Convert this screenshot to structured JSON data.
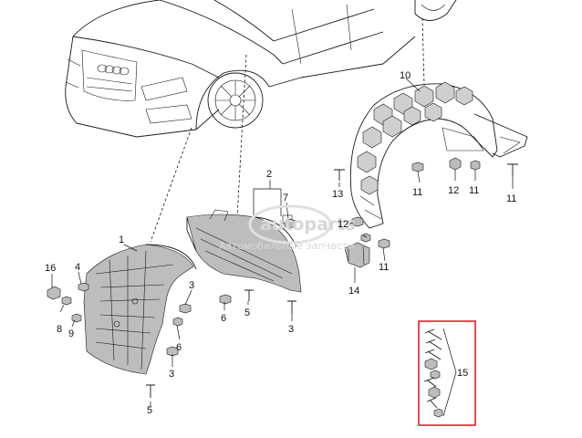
{
  "watermark": {
    "brand": "autoparts",
    "tagline": "Автомобильные запчасти"
  },
  "callouts": {
    "c1": "1",
    "c2": "2",
    "c3a": "3",
    "c3b": "3",
    "c3c": "3",
    "c4": "4",
    "c5a": "5",
    "c5b": "5",
    "c6a": "6",
    "c6b": "6",
    "c7": "7",
    "c8": "8",
    "c9": "9",
    "c10": "10",
    "c11a": "11",
    "c11b": "11",
    "c11c": "11",
    "c11d": "11",
    "c12a": "12",
    "c12b": "12",
    "c13": "13",
    "c14": "14",
    "c15": "15",
    "c16": "16"
  },
  "colors": {
    "highlight_box": "#e0202a",
    "line": "#1a1a1a",
    "part_fill": "#cfcfcf"
  }
}
